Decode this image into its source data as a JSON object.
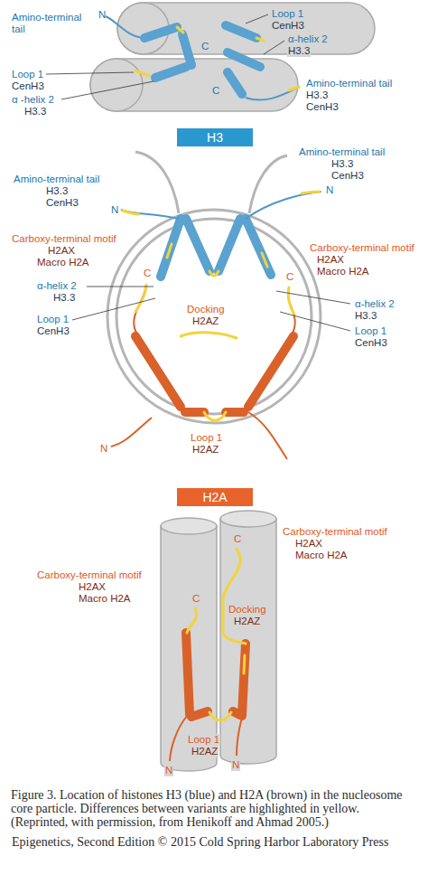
{
  "diagram": {
    "caption": "Figure 3. Location of histones H3 (blue) and H2A (brown) in the nucleosome core particle. Differences between variants are highlighted in yellow. (Reprinted, with permission, from Henikoff and Ahmad 2005.)",
    "nodes": [
      {
        "text": [
          "H3"
        ]
      },
      {
        "text": [
          "H2A"
        ]
      }
    ],
    "labels": [
      "Amino-terminal tail",
      "N",
      "Loop 1",
      "CenH3",
      "α-helix 2",
      "H3.3",
      "C",
      "Loop 1",
      "CenH3",
      "C",
      "α -helix 2",
      "H3.3",
      "Amino-terminal tail",
      "H3.3",
      "CenH3",
      "Amino-terminal tail",
      "H3.3",
      "CenH3",
      "Amino-terminal tail",
      "H3.3",
      "CenH3",
      "N",
      "N",
      "Carboxy-terminal motif",
      "H2AX",
      "Macro H2A",
      "C",
      "Carboxy-terminal motif",
      "H2AX",
      "Macro H2A",
      "C",
      "α-helix 2",
      "H3.3",
      "Loop 1",
      "CenH3",
      "Docking",
      "H2AZ",
      "α-helix 2",
      "H3.3",
      "Loop 1",
      "CenH3",
      "Loop 1",
      "H2AZ",
      "N",
      "C",
      "Carboxy-terminal motif",
      "H2AX",
      "Macro H2A",
      "Carboxy-terminal motif",
      "H2AX",
      "Macro H2A",
      "C",
      "Docking",
      "H2AZ",
      "Loop 1",
      "H2AZ",
      "N",
      "N",
      "Epigenetics, Second Edition © 2015 Cold Spring Harbor Laboratory Press"
    ]
  }
}
